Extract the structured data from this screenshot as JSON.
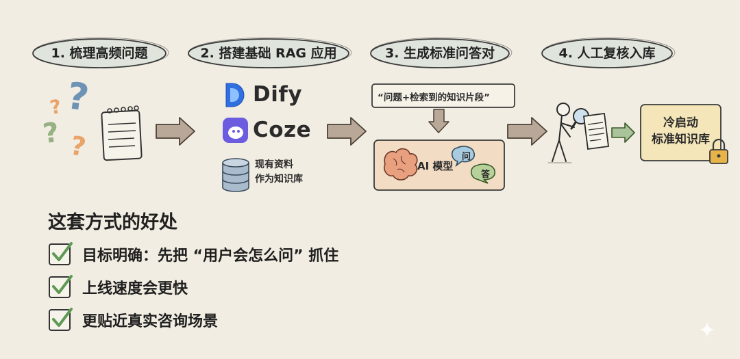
{
  "steps": [
    {
      "label": "1. 梳理高频问题"
    },
    {
      "label": "2. 搭建基础 RAG 应用"
    },
    {
      "label": "3. 生成标准问答对"
    },
    {
      "label": "4. 人工复核入库"
    }
  ],
  "step1": {
    "question_mark": "?"
  },
  "step2": {
    "tools": [
      {
        "name": "Dify",
        "icon": "dify-logo-icon"
      },
      {
        "name": "Coze",
        "icon": "coze-logo-icon"
      }
    ],
    "knowledge_base": {
      "line1": "现有资料",
      "line2": "作为知识库",
      "icon": "database-icon"
    }
  },
  "step3": {
    "quote": "“问题+检索到的知识片段”",
    "model_label": "AI 模型",
    "bubble_question": "问",
    "bubble_answer": "答"
  },
  "step4": {
    "final_line1": "冷启动",
    "final_line2": "标准知识库"
  },
  "benefits": {
    "title": "这套方式的好处",
    "items": [
      {
        "text": "目标明确：先把 “用户会怎么问” 抓住"
      },
      {
        "text": "上线速度会更快"
      },
      {
        "text": "更贴近真实咨询场景"
      }
    ]
  },
  "colors": {
    "background": "#f1ede2",
    "label_fill": "#dfe5dc",
    "arrow": "#b9a797",
    "question_orange": "#e9a46a",
    "question_blue": "#6f93b5",
    "question_green": "#97b084",
    "dify_blue": "#2f6fe0",
    "coze_purple": "#6b5ce0",
    "model_box": "#f2dcc3",
    "final_box": "#f4e6b9",
    "final_arrow": "#a9c39a",
    "check_green": "#5e9a55"
  }
}
